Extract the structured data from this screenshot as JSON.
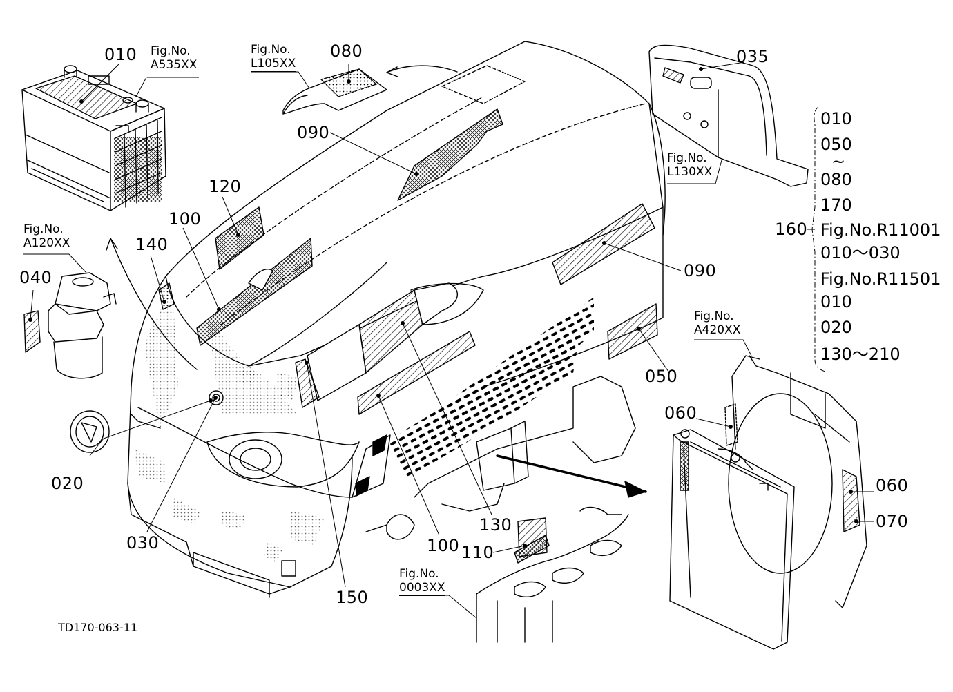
{
  "diagram_code": "TD170-063-11",
  "fig_refs": {
    "battery": [
      "Fig.No.",
      "A535XX"
    ],
    "hood": [
      "Fig.No.",
      "L105XX"
    ],
    "filter": [
      "Fig.No.",
      "A120XX"
    ],
    "panel": [
      "Fig.No.",
      "L130XX"
    ],
    "radiator": [
      "Fig.No.",
      "A420XX"
    ],
    "engine": [
      "Fig.No.",
      "0003XX"
    ]
  },
  "callouts": {
    "c010": "010",
    "c080": "080",
    "c035": "035",
    "c090a": "090",
    "c120": "120",
    "c100a": "100",
    "c140": "140",
    "c040": "040",
    "c090b": "090",
    "c050": "050",
    "c060a": "060",
    "c060b": "060",
    "c070": "070",
    "c020": "020",
    "c030": "030",
    "c130": "130",
    "c100b": "100",
    "c110": "110",
    "c150": "150",
    "c160": "160"
  },
  "parts_list": [
    "010",
    "050",
    "080",
    "170",
    "Fig.No.R11001",
    "010～030",
    "Fig.No.R11501",
    "010",
    "020",
    "130～210"
  ],
  "range_marks": [
    "~"
  ]
}
